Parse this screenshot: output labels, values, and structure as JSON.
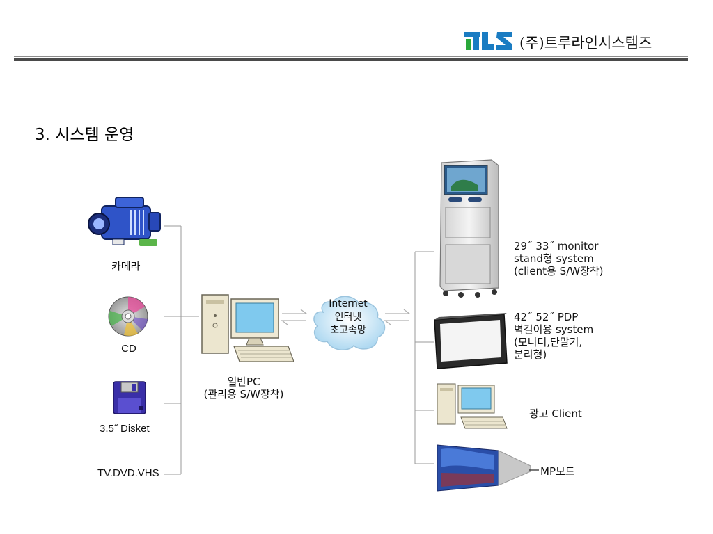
{
  "header": {
    "company_name": "(주)트루라인시스템즈",
    "logo_text": "TLS",
    "logo_color": "#1a7cc2",
    "logo_accent": "#2aa83a"
  },
  "title": "3. 시스템 운영",
  "sources": {
    "camera": "카메라",
    "cd": "CD",
    "disket": "3.5˝ Disket",
    "tvdvd": "TV.DVD.VHS"
  },
  "pc": {
    "line1": "일반PC",
    "line2": "(관리용 S/W장착)"
  },
  "network": {
    "line1": "Internet",
    "line2": "인터넷",
    "line3": "초고속망"
  },
  "outputs": {
    "stand": [
      "29˝ 33˝ monitor",
      "stand형 system",
      "(client용 S/W장착)"
    ],
    "pdp": [
      "42˝ 52˝ PDP",
      "벽걸이용 system",
      "(모니터,단말기,",
      "분리형)"
    ],
    "ad_client": "광고 Client",
    "mp_board": "MP보드"
  },
  "icons": [
    "camera-icon",
    "cd-icon",
    "floppy-icon",
    "pc-icon",
    "cloud-icon",
    "kiosk-icon",
    "pdp-tv-icon",
    "client-pc-icon",
    "mp-board-icon"
  ]
}
